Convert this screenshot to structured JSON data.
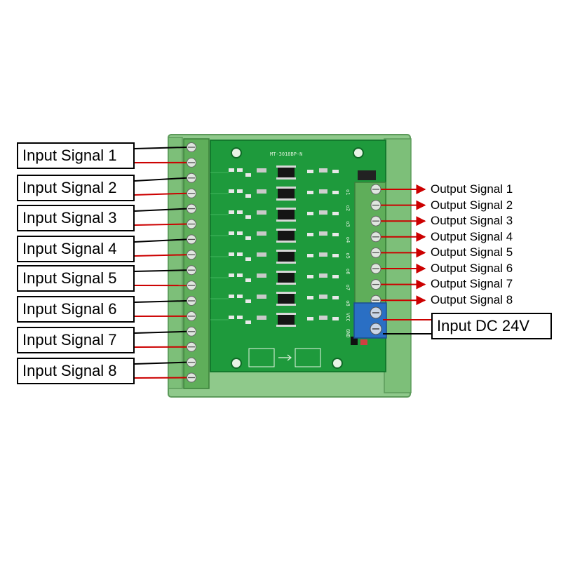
{
  "inputs": [
    "Input Signal 1",
    "Input Signal 2",
    "Input Signal 3",
    "Input Signal 4",
    "Input Signal 5",
    "Input Signal 6",
    "Input Signal 7",
    "Input Signal 8"
  ],
  "outputs": [
    "Output Signal 1",
    "Output Signal 2",
    "Output Signal 3",
    "Output Signal 4",
    "Output Signal 5",
    "Output Signal 6",
    "Output Signal 7",
    "Output Signal 8"
  ],
  "power_label": "Input DC 24V",
  "board": {
    "model_text": "MT-3018BP-N",
    "output_pin_labels": [
      "o1",
      "o2",
      "o3",
      "o4",
      "o5",
      "o6",
      "o7",
      "o8",
      "VCC",
      "GND"
    ]
  },
  "colors": {
    "board_green": "#1e9a3c",
    "frame_green": "#8fc98b",
    "positive_wire": "#cc0000",
    "negative_wire": "#000000",
    "terminal_blue": "#2a6fc4"
  }
}
